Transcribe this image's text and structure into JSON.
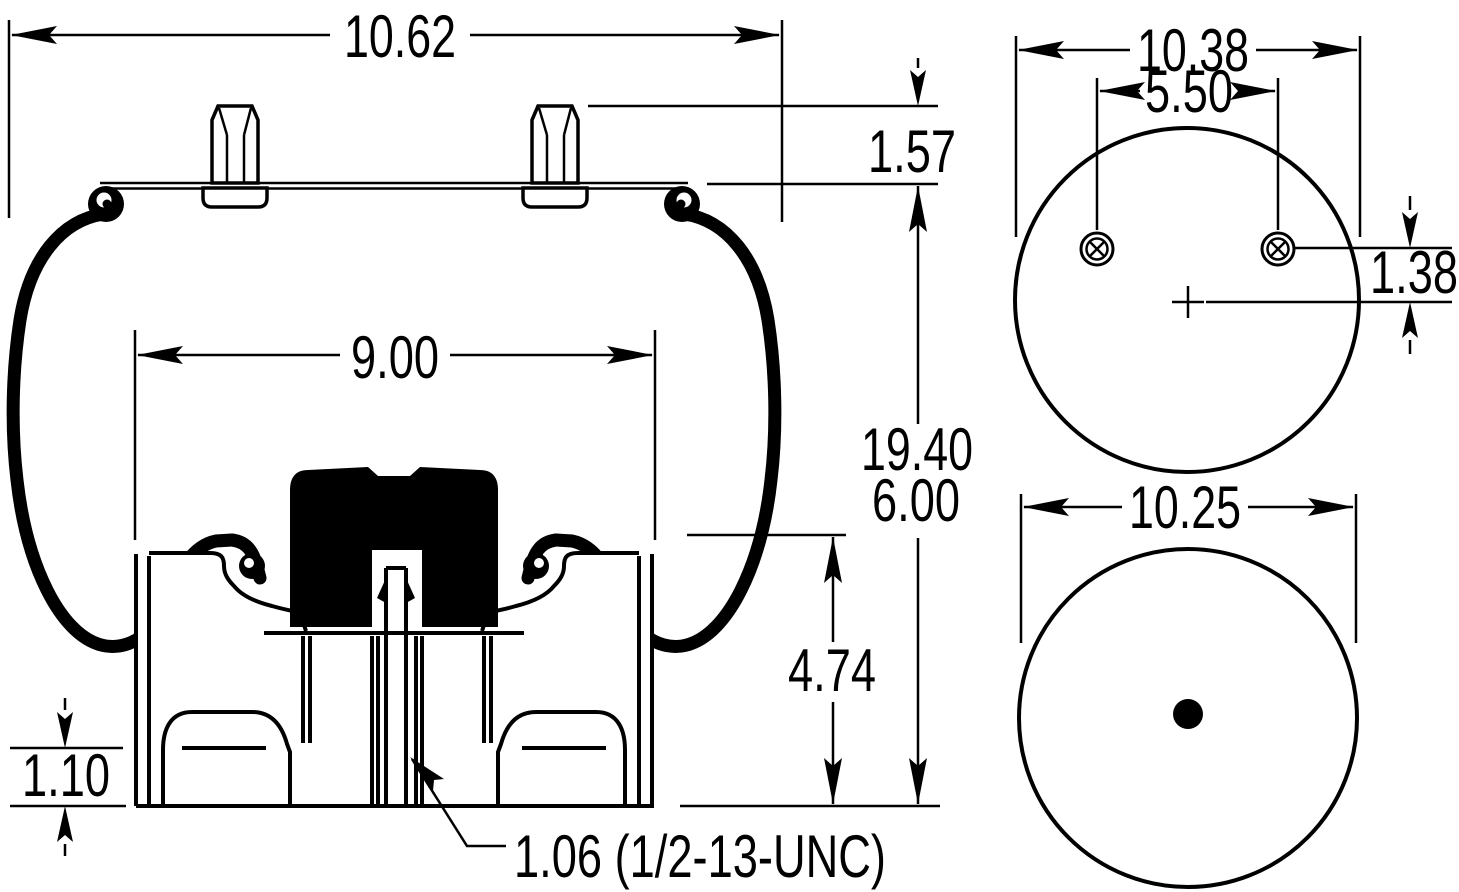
{
  "drawing": {
    "type": "air-spring-suspension-technical-drawing",
    "ink_color": "#000000",
    "paper_color": "#ffffff",
    "views": [
      "side-cross-section",
      "top-plate-view",
      "bottom-piston-view"
    ]
  },
  "dims": {
    "side_overall_width": "10.62",
    "stud_height": "1.57",
    "bead_plate_width": "9.00",
    "extended_height": "19.40",
    "collapsed_height": "6.00",
    "piston_height": "4.74",
    "base_height": "1.10",
    "stud_callout": "1.06 (1/2-13-UNC)",
    "top_plate_diameter": "10.38",
    "stud_spacing": "5.50",
    "stud_offset_from_center": "1.38",
    "piston_diameter": "10.25"
  }
}
